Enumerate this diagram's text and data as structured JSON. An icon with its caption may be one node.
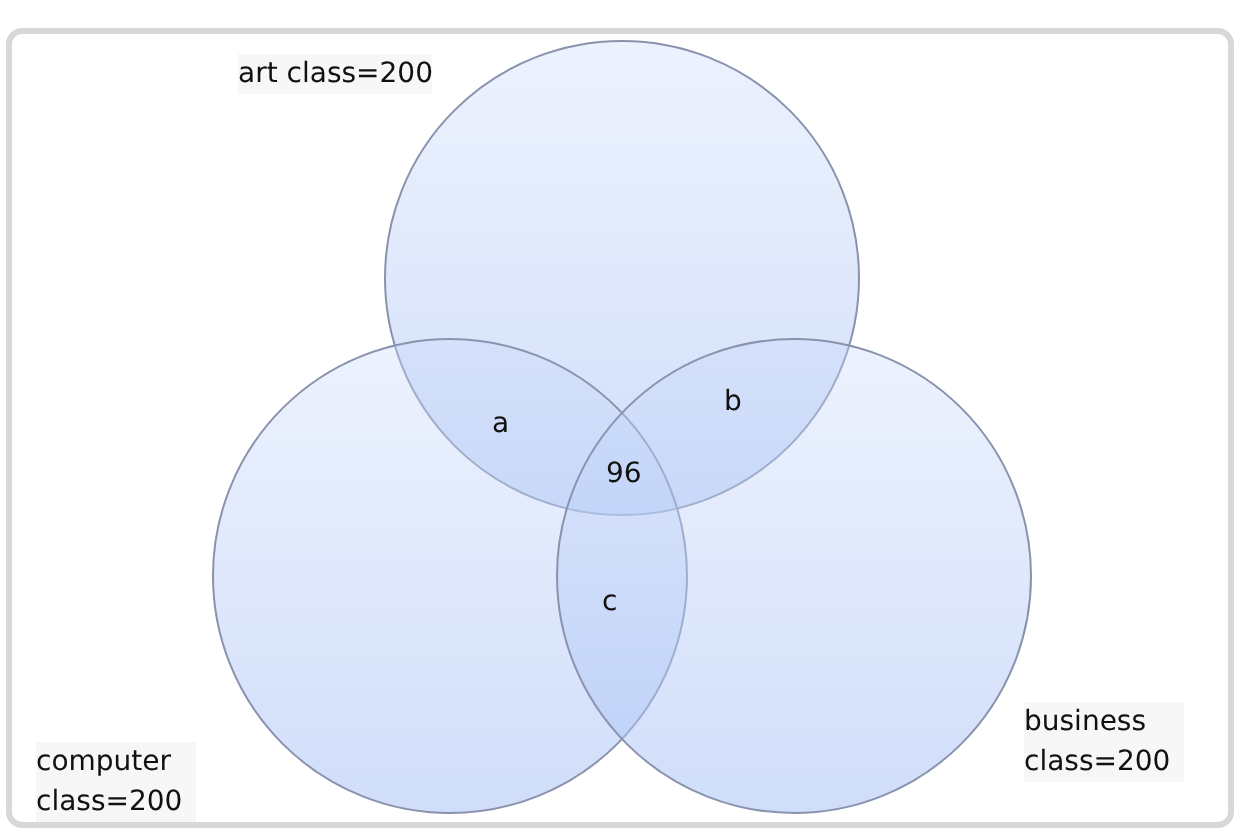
{
  "diagram": {
    "nodes": [
      {
        "text": [],
        "shape": "circle",
        "beside": [
          "art class=200"
        ]
      },
      {
        "text": [],
        "shape": "circle",
        "beside": [
          "computer class=200"
        ]
      },
      {
        "text": [],
        "shape": "circle",
        "beside": [
          "business class=200"
        ]
      }
    ],
    "labels": [
      "a",
      "b",
      "96",
      "c"
    ]
  }
}
